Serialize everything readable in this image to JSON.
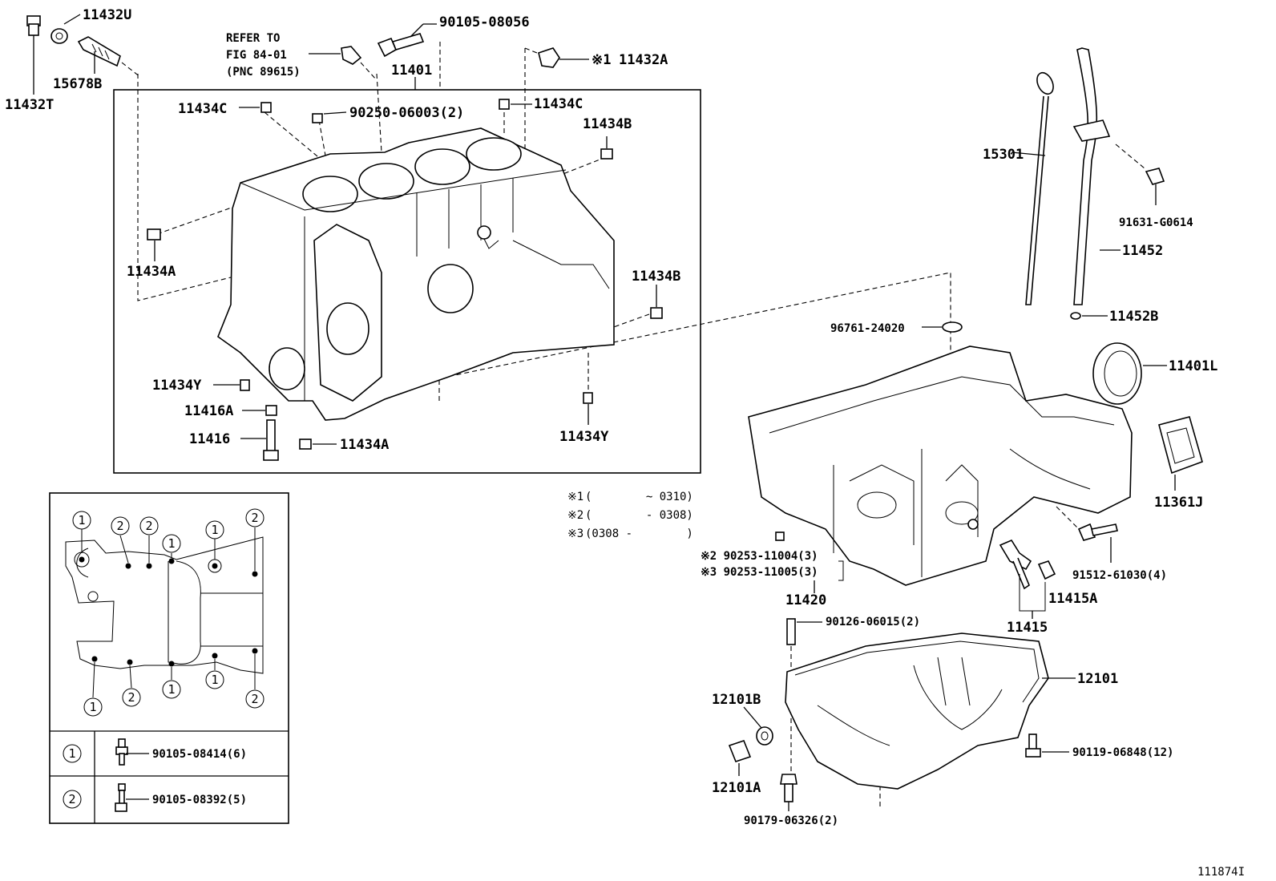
{
  "labels": {
    "p11432U": "11432U",
    "p11432T": "11432T",
    "p15678B": "15678B",
    "refer1": "REFER TO",
    "refer2": "FIG 84-01",
    "refer3": "(PNC 89615)",
    "p90105_08056": "90105-08056",
    "p11401": "11401",
    "p11432A_mark": "※1",
    "p11432A": "11432A",
    "p11434C_a": "11434C",
    "p90250": "90250-06003(2)",
    "p11434C_b": "11434C",
    "p11434B_a": "11434B",
    "p11434A_a": "11434A",
    "p11434B_b": "11434B",
    "p11434Y_a": "11434Y",
    "p11416A": "11416A",
    "p11416": "11416",
    "p11434A_b": "11434A",
    "p11434Y_b": "11434Y",
    "p15301": "15301",
    "p91631": "91631-G0614",
    "p11452": "11452",
    "p11452B": "11452B",
    "p96761": "96761-24020",
    "p11401L": "11401L",
    "p11361J": "11361J",
    "p91512": "91512-61030(4)",
    "p90253a": "※2 90253-11004(3)",
    "p90253b": "※3 90253-11005(3)",
    "p11420": "11420",
    "p11415A": "11415A",
    "p11415": "11415",
    "p90126": "90126-06015(2)",
    "p12101": "12101",
    "p12101B": "12101B",
    "p12101A": "12101A",
    "p90119": "90119-06848(12)",
    "p90179": "90179-06326(2)"
  },
  "notes": [
    {
      "mark": "※1",
      "range": "(        ~ 0310)"
    },
    {
      "mark": "※2",
      "range": "(        - 0308)"
    },
    {
      "mark": "※3",
      "range": "(0308 -        )"
    }
  ],
  "bolt_table": [
    {
      "key": "1",
      "part": "90105-08414(6)"
    },
    {
      "key": "2",
      "part": "90105-08392(5)"
    }
  ],
  "pattern_numbers": [
    "1",
    "2",
    "2",
    "1",
    "1",
    "2",
    "1",
    "2",
    "1",
    "1",
    "2"
  ],
  "figure_id": "111874I"
}
